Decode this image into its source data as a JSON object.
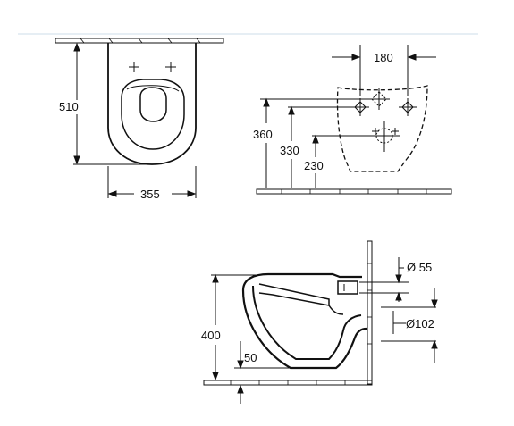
{
  "dimensions": {
    "top_view": {
      "height_mm": "510",
      "width_mm": "355"
    },
    "mounting_frame": {
      "bolt_spacing_mm": "180",
      "total_height_mm": "360",
      "mid_height_mm": "330",
      "low_height_mm": "230"
    },
    "side_view": {
      "height_mm": "400",
      "floor_gap_mm": "50",
      "inlet_diameter": "Ø 55",
      "outlet_diameter": "Ø102"
    }
  }
}
